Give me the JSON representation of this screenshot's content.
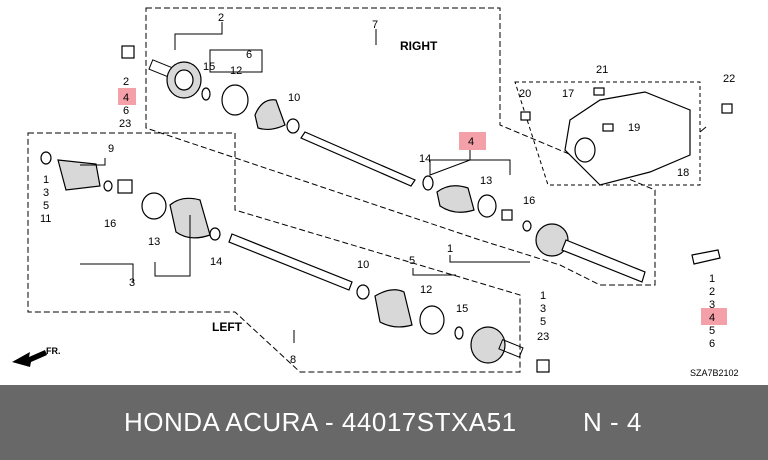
{
  "side_labels": {
    "right": "RIGHT",
    "left": "LEFT"
  },
  "front_arrow": "FR.",
  "drawing_code": "SZA7B2102",
  "callouts": {
    "right_shaft": [
      "2",
      "6",
      "7",
      "15",
      "12",
      "10",
      "14",
      "13",
      "16",
      "4"
    ],
    "right_stack": [
      "2",
      "4",
      "6",
      "23"
    ],
    "bracket": [
      "20",
      "17",
      "21",
      "22",
      "19",
      "18"
    ],
    "left_shaft": [
      "9",
      "16",
      "13",
      "14",
      "3",
      "10",
      "5",
      "12",
      "15",
      "1",
      "8"
    ],
    "left_stack": [
      "1",
      "3",
      "5",
      "11"
    ],
    "center_stack": [
      "1",
      "3",
      "5",
      "23"
    ],
    "bottom_right_stack": [
      "1",
      "2",
      "3",
      "4",
      "5",
      "6"
    ]
  },
  "highlighted_numbers": [
    "4"
  ],
  "banner": {
    "part_number": "HONDA ACURA - 44017STXA51",
    "note": "N - 4"
  },
  "colors": {
    "highlight": "#f4a0a8",
    "banner_bg": "#686868",
    "banner_text": "#ffffff"
  }
}
